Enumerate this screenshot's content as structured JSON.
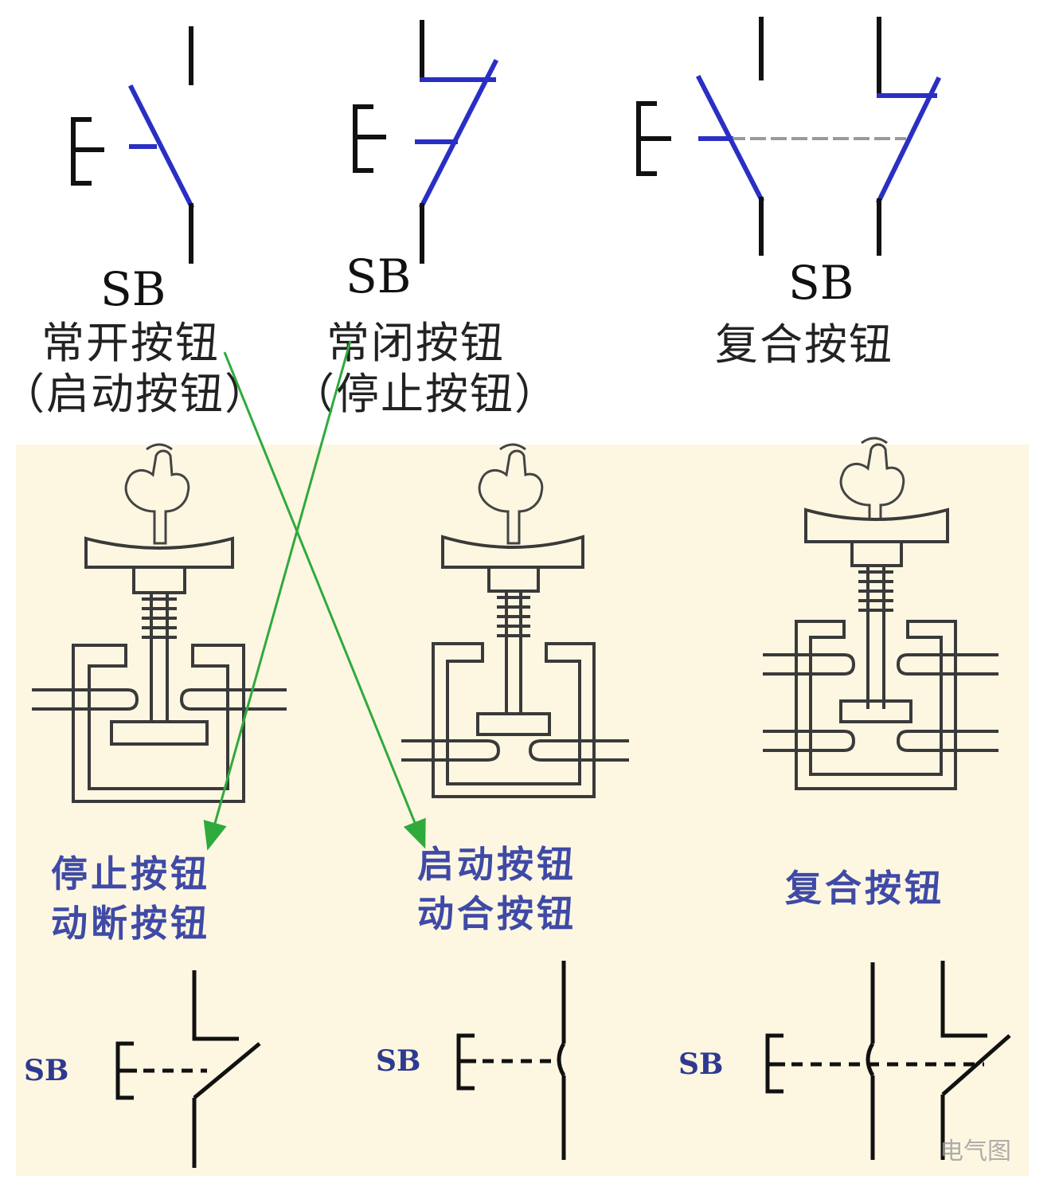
{
  "top": {
    "items": [
      {
        "sb": "SB",
        "name": "常开按钮",
        "sub": "（启动按钮）"
      },
      {
        "sb": "SB",
        "name": "常闭按钮",
        "sub": "（停止按钮）"
      },
      {
        "sb": "SB",
        "name": "复合按钮"
      }
    ]
  },
  "bottom": {
    "items": [
      {
        "line1": "停止按钮",
        "line2": "动断按钮",
        "sb": "SB"
      },
      {
        "line1": "启动按钮",
        "line2": "动合按钮",
        "sb": "SB"
      },
      {
        "line1": "复合按钮",
        "sb": "SB"
      }
    ],
    "watermark": "电气图"
  },
  "colors": {
    "symbol_blue": "#2a2fc4",
    "symbol_black": "#111111",
    "label_blue": "#3f4aa6",
    "arrow_green": "#2faa3c",
    "panel_bg": "#fdf7e2"
  }
}
